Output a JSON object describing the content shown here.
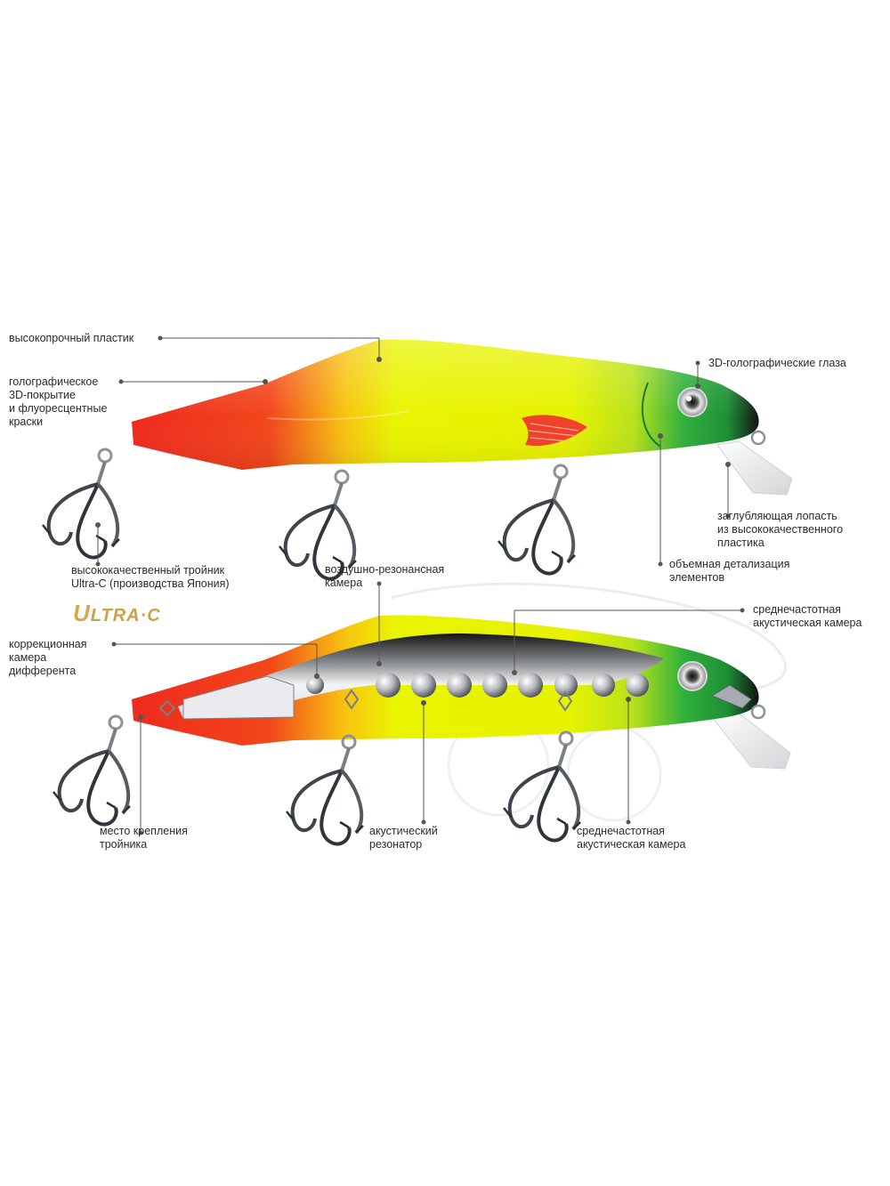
{
  "labels": {
    "plastic": "высокопрочный пластик",
    "holo_coating": "голографическое\n3D-покрытие\nи флуоресцентные\nкраски",
    "eyes": "3D-голографические глаза",
    "lip": "заглубляющая лопасть\nиз высококачественного\nпластика",
    "detail": "объемная детализация\nэлементов",
    "hook": "высококачественный тройник\nUltra-C (производства Япония)",
    "air_chamber": "воздушно-резонансная\nкамера",
    "mid_chamber_top": "среднечастотная\nакустическая камера",
    "trim_chamber": "коррекционная\nкамера\nдифферента",
    "hook_mount": "место крепления\nтройника",
    "resonator": "акустический\nрезонатор",
    "mid_chamber_bottom": "среднечастотная\nакустическая камера"
  },
  "logo": {
    "mark": "U",
    "text": "LTRA·C"
  },
  "colors": {
    "red": "#ef2a1e",
    "yellow": "#e6f200",
    "green": "#2aae3c",
    "black": "#111111",
    "chrome": "#9aa0a6"
  }
}
